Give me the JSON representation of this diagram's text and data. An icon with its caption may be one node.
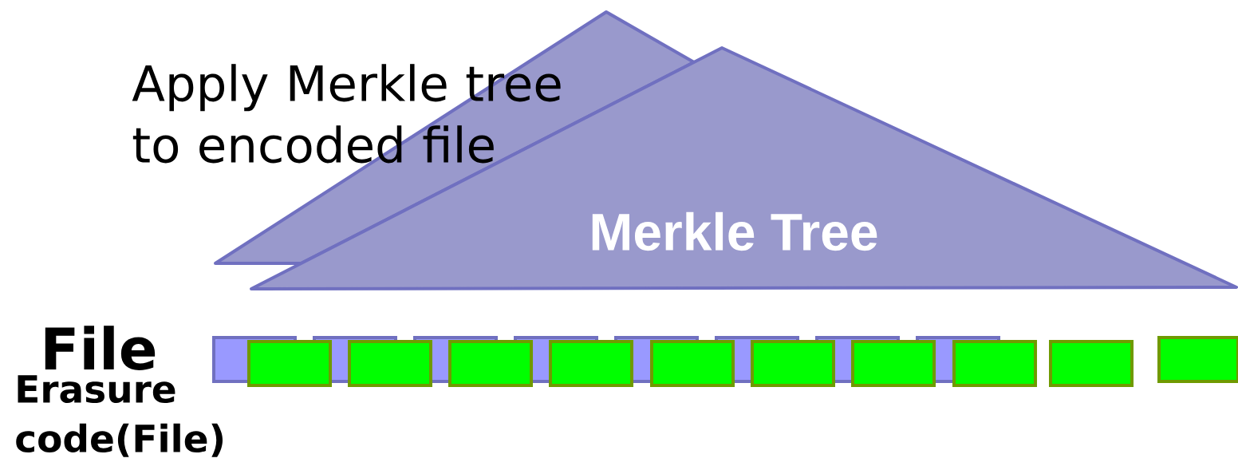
{
  "diagram": {
    "nodes": [
      {
        "text": [],
        "shape": "triangle"
      },
      {
        "text": [
          "Merkle Tree"
        ]
      },
      {
        "text": [],
        "shape": "box"
      },
      {
        "text": [],
        "shape": "box"
      },
      {
        "text": [],
        "shape": "box"
      },
      {
        "text": [],
        "shape": "box"
      },
      {
        "text": [],
        "shape": "box"
      },
      {
        "text": [],
        "shape": "box"
      },
      {
        "text": [],
        "shape": "box"
      },
      {
        "text": [],
        "shape": "box"
      },
      {
        "text": [],
        "shape": "box"
      },
      {
        "text": [],
        "shape": "box"
      },
      {
        "text": [],
        "shape": "box"
      },
      {
        "text": [],
        "shape": "box"
      },
      {
        "text": [],
        "shape": "box"
      },
      {
        "text": [],
        "shape": "box"
      },
      {
        "text": [],
        "shape": "box"
      },
      {
        "text": [],
        "shape": "box"
      },
      {
        "text": [],
        "shape": "box"
      },
      {
        "text": [],
        "shape": "box"
      }
    ],
    "labels": [
      "Apply Merkle tree to encoded file",
      "File",
      "Erasure code(File)"
    ]
  }
}
